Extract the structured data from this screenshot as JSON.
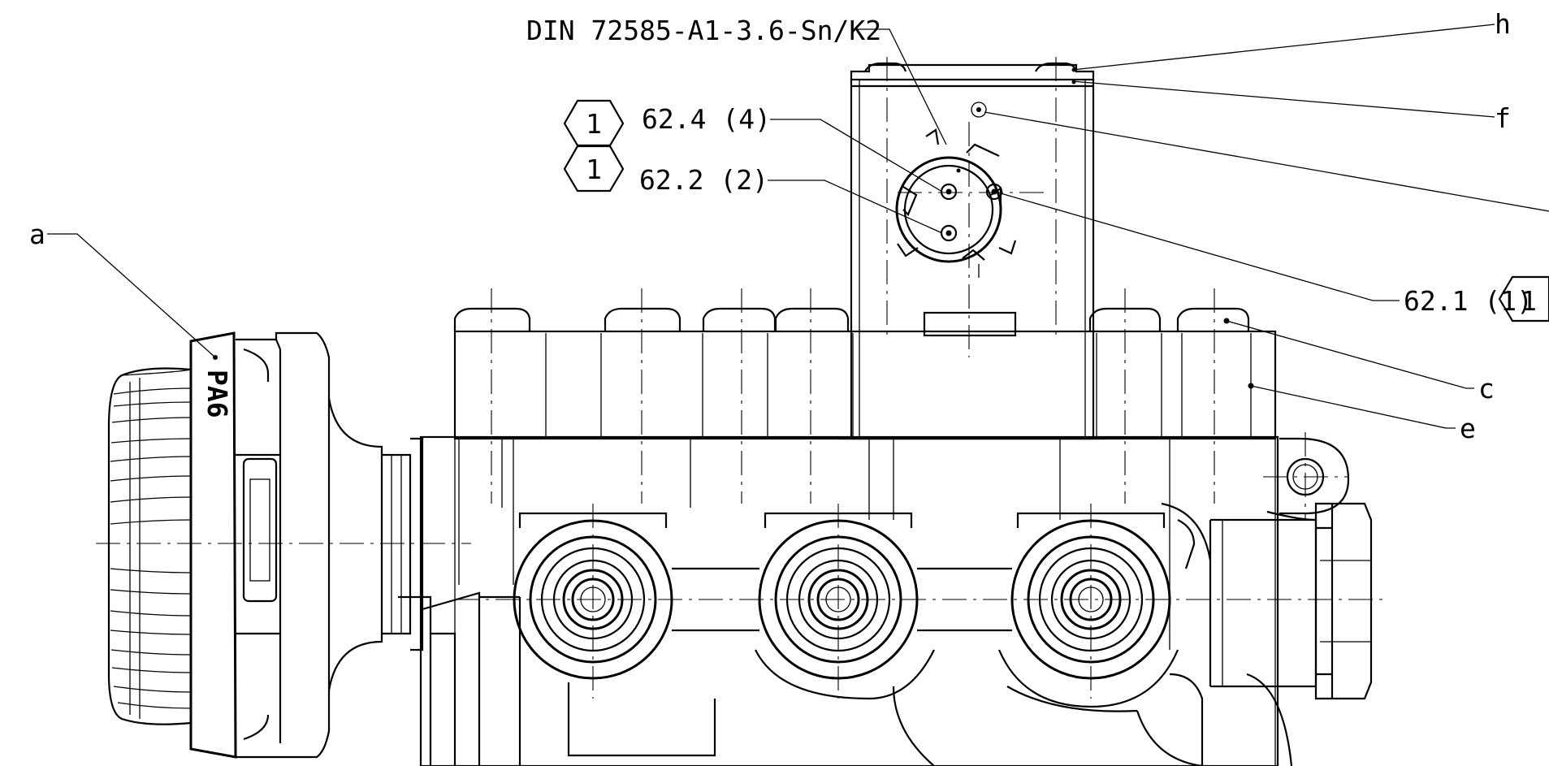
{
  "drawing": {
    "din_spec": "DIN 72585-A1-3.6-Sn/K2",
    "callouts": {
      "a": "a",
      "c": "c",
      "e": "e",
      "f": "f",
      "h": "h"
    },
    "pins": {
      "pin_4": "62.4 (4)",
      "pin_2": "62.2 (2)",
      "pin_1": "62.1 (1)"
    },
    "note_flags": {
      "flag_pin_4": "1",
      "flag_pin_2": "1",
      "flag_pin_1": "1"
    },
    "part_marking": "PA6"
  }
}
